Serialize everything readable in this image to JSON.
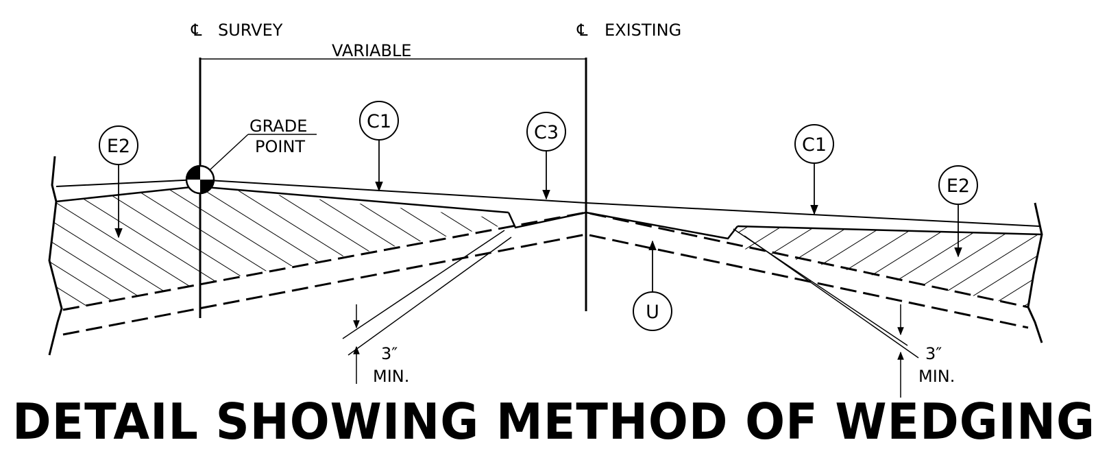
{
  "title": "DETAIL SHOWING METHOD OF WEDGING",
  "centerlines": {
    "survey": {
      "symbol": "℄",
      "label": "SURVEY"
    },
    "existing": {
      "symbol": "℄",
      "label": "EXISTING"
    }
  },
  "dimension_label": "VARIABLE",
  "grade_point": {
    "line1": "GRADE",
    "line2": "POINT"
  },
  "callouts": {
    "e2_left": "E2",
    "c1_left": "C1",
    "c3": "C3",
    "c1_right": "C1",
    "e2_right": "E2",
    "u": "U"
  },
  "min_thickness": {
    "left": {
      "value": "3″",
      "note": "MIN."
    },
    "right": {
      "value": "3″",
      "note": "MIN."
    }
  }
}
